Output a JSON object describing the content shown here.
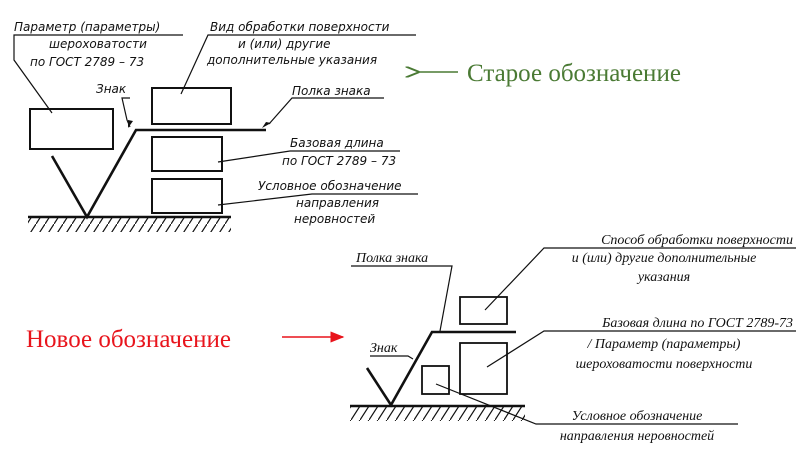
{
  "old_notation": {
    "caption": "Старое обозначение",
    "caption_color": "#4a7a34",
    "labels": {
      "parameter": [
        "Параметр (параметры)",
        "шероховатости",
        "по  ГОСТ 2789 – 73"
      ],
      "processing": [
        "Вид  обработки  поверхности",
        "и  (или)  другие",
        "дополнительные   указания"
      ],
      "sign": "Знак",
      "shelf": "Полка  знака",
      "base_length": [
        "Базовая   длина",
        "по ГОСТ 2789 – 73"
      ],
      "direction": [
        "Условное  обозначение",
        "направления",
        "неровностей"
      ]
    }
  },
  "new_notation": {
    "caption": "Новое обозначение",
    "caption_color": "#e8141c",
    "labels": {
      "shelf": "Полка знака",
      "sign": "Знак",
      "processing": [
        "Способ обработки поверхности",
        "и (или) другие дополнительные",
        "указания"
      ],
      "base_length": [
        "Базовая длина по ГОСТ 2789-73",
        "/ Параметр (параметры)",
        "шероховатости поверхности"
      ],
      "direction": [
        "Условное обозначение",
        "направления неровностей"
      ]
    }
  }
}
